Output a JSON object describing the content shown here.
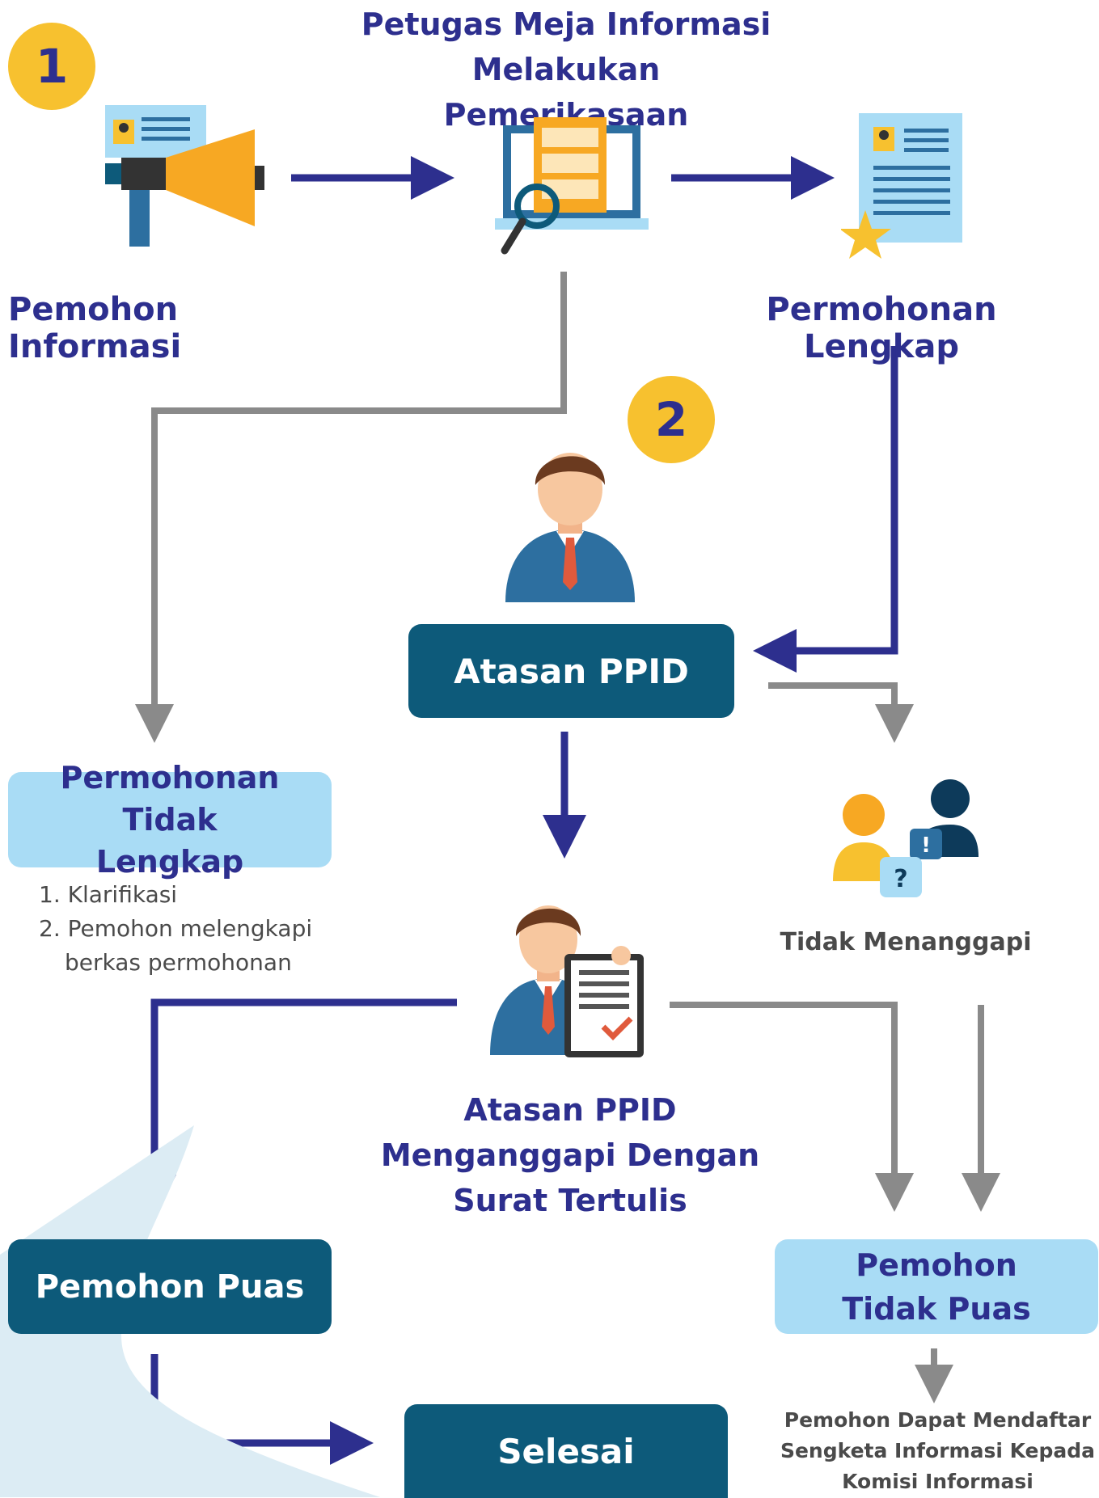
{
  "steps": {
    "one": "1",
    "two": "2"
  },
  "labels": {
    "petugas": "Petugas Meja Informasi\nMelakukan Pemerikasaan",
    "pemohon_informasi": "Pemohon Informasi",
    "permohonan_lengkap": "Permohonan Lengkap",
    "atasan_ppid": "Atasan PPID",
    "permohonan_tidak_lengkap": "Permohonan Tidak\nLengkap",
    "tidak_menanggapi": "Tidak Menanggapi",
    "atasan_menanggapi": "Atasan PPID\nMenganggapi Dengan\nSurat Tertulis",
    "pemohon_puas": "Pemohon Puas",
    "pemohon_tidak_puas": "Pemohon\nTidak Puas",
    "selesai": "Selesai",
    "sengketa": "Pemohon Dapat Mendaftar\nSengketa Informasi Kepada\nKomisi Informasi"
  },
  "notes": {
    "item1": "1. Klarifikasi",
    "item2": "2. Pemohon melengkapi",
    "item2b": "berkas permohonan"
  },
  "colors": {
    "navy_arrow": "#2d2f8e",
    "grey_arrow": "#8a8a8a",
    "dark_box": "#0d5a7a",
    "light_box": "#a9dcf5",
    "badge": "#f7c12f"
  }
}
